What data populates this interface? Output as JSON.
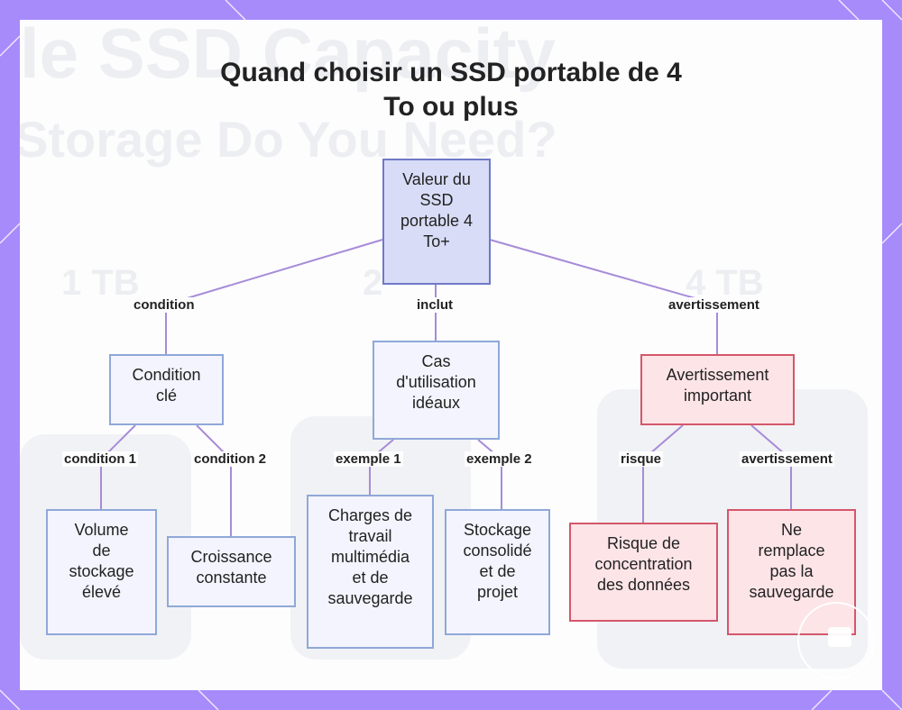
{
  "title": {
    "line1": "Quand choisir un SSD portable de 4",
    "line2": "To ou plus"
  },
  "colors": {
    "frame": "#a78bfa",
    "node_blue_fill": "#f3f4fd",
    "node_blue_border": "#8fa8d8",
    "node_root_fill": "#d8dcf6",
    "node_red_fill": "#fde4e7",
    "node_red_border": "#d4576a",
    "edge": "#a78bd8"
  },
  "nodes": {
    "root": [
      "Valeur du",
      "SSD",
      "portable 4",
      "To+"
    ],
    "condition": [
      "Condition",
      "clé"
    ],
    "usage": [
      "Cas",
      "d'utilisation",
      "idéaux"
    ],
    "warning": [
      "Avertissement",
      "important"
    ],
    "volume": [
      "Volume",
      "de",
      "stockage",
      "élevé"
    ],
    "growth": [
      "Croissance",
      "constante"
    ],
    "multimedia": [
      "Charges de",
      "travail",
      "multimédia",
      "et de",
      "sauvegarde"
    ],
    "storage": [
      "Stockage",
      "consolidé",
      "et de",
      "projet"
    ],
    "risk": [
      "Risque de",
      "concentration",
      "des données"
    ],
    "backup": [
      "Ne",
      "remplace",
      "pas la",
      "sauvegarde"
    ]
  },
  "edges": {
    "condition": "condition",
    "inclut": "inclut",
    "avertissement": "avertissement",
    "condition1": "condition 1",
    "condition2": "condition 2",
    "exemple1": "exemple 1",
    "exemple2": "exemple 2",
    "risque": "risque",
    "avertissement2": "avertissement"
  },
  "background_text": {
    "line1": "le SSD Capacity",
    "line2": "Storage Do You Need?",
    "size1": "1 TB",
    "size2": "2",
    "size4": "4 TB"
  }
}
